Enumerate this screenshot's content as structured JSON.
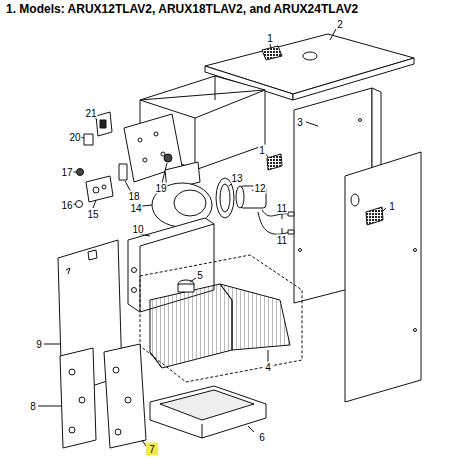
{
  "diagram": {
    "title": "1. Models: ARUX12TLAV2, ARUX18TLAV2, and ARUX24TLAV2",
    "labels": [
      "1",
      "2",
      "3",
      "1",
      "1",
      "21",
      "20",
      "17",
      "18",
      "19",
      "14",
      "13",
      "12",
      "11",
      "11",
      "15",
      "16",
      "10",
      "5",
      "9",
      "4",
      "8",
      "7",
      "6"
    ]
  }
}
